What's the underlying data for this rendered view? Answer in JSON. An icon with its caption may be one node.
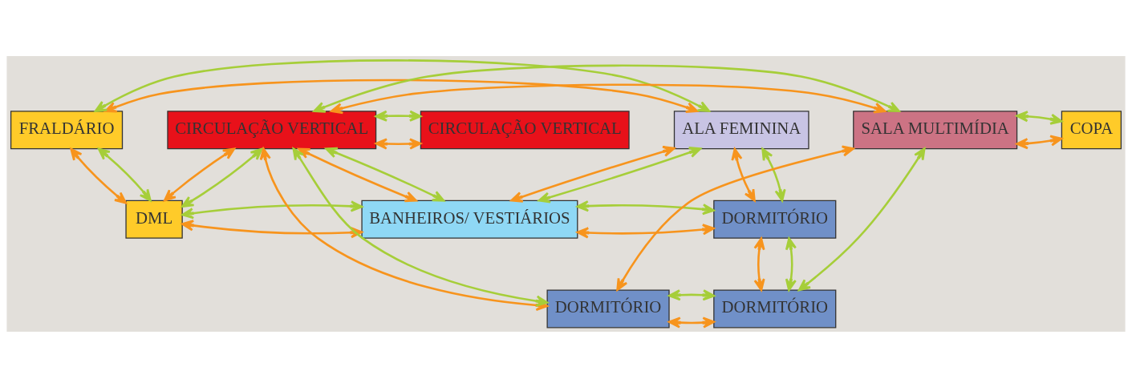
{
  "diagram": {
    "nodes": [
      {
        "text": [
          "ALA FEMININA"
        ]
      },
      {
        "text": [
          "FRALDÁRIO"
        ]
      },
      {
        "text": [
          "DML"
        ]
      },
      {
        "text": [
          "BANHEIROS/ VESTIÁRIOS"
        ]
      },
      {
        "text": [
          "DORMITÓRIO"
        ]
      },
      {
        "text": [
          "CIRCULAÇÃO VERTICAL"
        ]
      },
      {
        "text": [
          "CIRCULAÇÃO VERTICAL"
        ]
      },
      {
        "text": [
          "SALA MULTIMÍDIA"
        ]
      },
      {
        "text": [
          "COPA"
        ]
      },
      {
        "text": [
          "DORMITÓRIO"
        ]
      },
      {
        "text": [
          "DORMITÓRIO"
        ]
      }
    ],
    "edges": [
      {
        "from": 1,
        "to": 0,
        "arrow": "both"
      },
      {
        "from": 1,
        "to": 0,
        "arrow": "both",
        "color": "#a6ce39"
      },
      {
        "from": 1,
        "to": 2,
        "arrow": "both"
      },
      {
        "from": 1,
        "to": 2,
        "arrow": "both",
        "color": "#a6ce39"
      },
      {
        "from": 0,
        "to": 3,
        "arrow": "both"
      },
      {
        "from": 0,
        "to": 3,
        "arrow": "both",
        "color": "#a6ce39"
      },
      {
        "from": 0,
        "to": 4,
        "arrow": "both"
      },
      {
        "from": 0,
        "to": 4,
        "arrow": "both",
        "color": "#a6ce39"
      },
      {
        "from": 2,
        "to": 3,
        "arrow": "both"
      },
      {
        "from": 2,
        "to": 3,
        "arrow": "both",
        "color": "#a6ce39"
      },
      {
        "from": 3,
        "to": 4,
        "arrow": "both"
      },
      {
        "from": 3,
        "to": 4,
        "arrow": "both",
        "color": "#a6ce39"
      },
      {
        "from": 5,
        "to": 6,
        "arrow": "both"
      },
      {
        "from": 5,
        "to": 6,
        "arrow": "both",
        "color": "#a6ce39"
      },
      {
        "from": 5,
        "to": 2,
        "arrow": "both"
      },
      {
        "from": 5,
        "to": 2,
        "arrow": "both",
        "color": "#a6ce39"
      },
      {
        "from": 5,
        "to": 3,
        "arrow": "both"
      },
      {
        "from": 5,
        "to": 3,
        "arrow": "both",
        "color": "#a6ce39"
      },
      {
        "from": 5,
        "to": 7,
        "arrow": "both"
      },
      {
        "from": 5,
        "to": 7,
        "arrow": "both",
        "color": "#a6ce39"
      },
      {
        "from": 5,
        "to": 9,
        "arrow": "both"
      },
      {
        "from": 5,
        "to": 9,
        "arrow": "both",
        "color": "#a6ce39"
      },
      {
        "from": 4,
        "to": 10,
        "arrow": "both"
      },
      {
        "from": 4,
        "to": 10,
        "arrow": "both",
        "color": "#a6ce39"
      },
      {
        "from": 7,
        "to": 8,
        "arrow": "both"
      },
      {
        "from": 7,
        "to": 8,
        "arrow": "both",
        "color": "#a6ce39"
      },
      {
        "from": 9,
        "to": 10,
        "arrow": "both"
      },
      {
        "from": 9,
        "to": 10,
        "arrow": "both",
        "color": "#a6ce39"
      },
      {
        "from": 7,
        "to": 9,
        "arrow": "both"
      },
      {
        "from": 7,
        "to": 10,
        "arrow": "both",
        "color": "#a6ce39"
      }
    ]
  }
}
